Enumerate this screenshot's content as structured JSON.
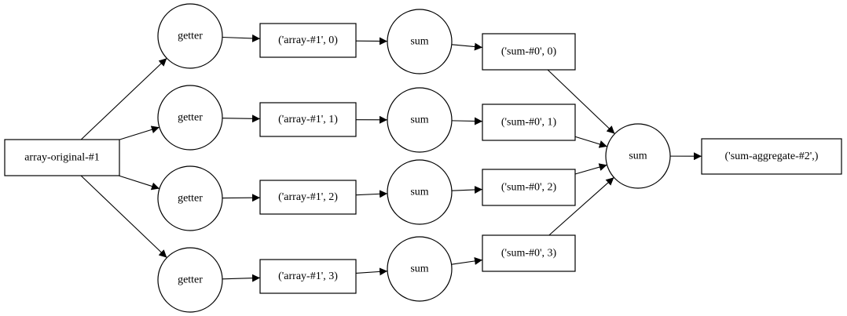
{
  "graph": {
    "nodes": [
      {
        "id": "src",
        "label": "array-original-#1"
      },
      {
        "id": "g0",
        "label": "getter"
      },
      {
        "id": "g1",
        "label": "getter"
      },
      {
        "id": "g2",
        "label": "getter"
      },
      {
        "id": "g3",
        "label": "getter"
      },
      {
        "id": "a0",
        "label": "('array-#1', 0)"
      },
      {
        "id": "a1",
        "label": "('array-#1', 1)"
      },
      {
        "id": "a2",
        "label": "('array-#1', 2)"
      },
      {
        "id": "a3",
        "label": "('array-#1', 3)"
      },
      {
        "id": "s0",
        "label": "sum"
      },
      {
        "id": "s1",
        "label": "sum"
      },
      {
        "id": "s2",
        "label": "sum"
      },
      {
        "id": "s3",
        "label": "sum"
      },
      {
        "id": "r0",
        "label": "('sum-#0', 0)"
      },
      {
        "id": "r1",
        "label": "('sum-#0', 1)"
      },
      {
        "id": "r2",
        "label": "('sum-#0', 2)"
      },
      {
        "id": "r3",
        "label": "('sum-#0', 3)"
      },
      {
        "id": "sagg",
        "label": "sum"
      },
      {
        "id": "out",
        "label": "('sum-aggregate-#2',)"
      }
    ],
    "edges": [
      [
        "src",
        "g0"
      ],
      [
        "src",
        "g1"
      ],
      [
        "src",
        "g2"
      ],
      [
        "src",
        "g3"
      ],
      [
        "g0",
        "a0"
      ],
      [
        "g1",
        "a1"
      ],
      [
        "g2",
        "a2"
      ],
      [
        "g3",
        "a3"
      ],
      [
        "a0",
        "s0"
      ],
      [
        "a1",
        "s1"
      ],
      [
        "a2",
        "s2"
      ],
      [
        "a3",
        "s3"
      ],
      [
        "s0",
        "r0"
      ],
      [
        "s1",
        "r1"
      ],
      [
        "s2",
        "r2"
      ],
      [
        "s3",
        "r3"
      ],
      [
        "r0",
        "sagg"
      ],
      [
        "r1",
        "sagg"
      ],
      [
        "r2",
        "sagg"
      ],
      [
        "r3",
        "sagg"
      ],
      [
        "sagg",
        "out"
      ]
    ]
  }
}
